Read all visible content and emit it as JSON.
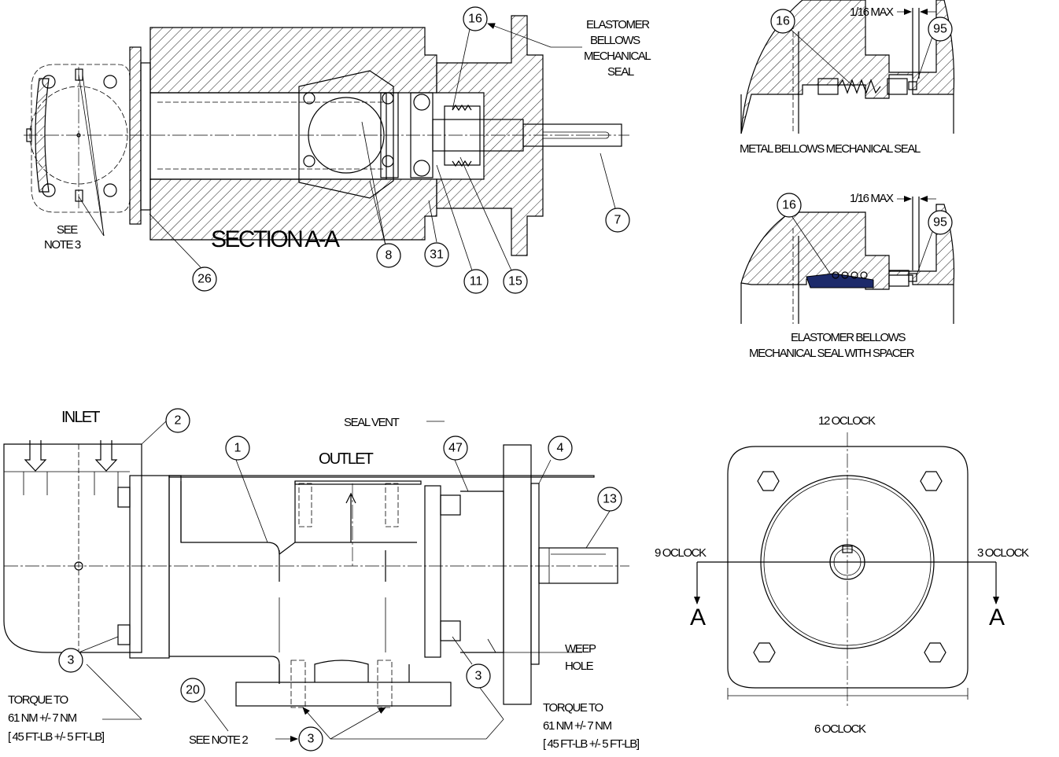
{
  "views": {
    "section_title": "SECTION A-A",
    "metal_seal_title": "METAL BELLOWS MECHANICAL SEAL",
    "elastomer_spacer_title_1": "ELASTOMER BELLOWS",
    "elastomer_spacer_title_2": "MECHANICAL SEAL WITH SPACER"
  },
  "callouts": {
    "elastomer_seal_1": "ELASTOMER",
    "elastomer_seal_2": "BELLOWS",
    "elastomer_seal_3": "MECHANICAL",
    "elastomer_seal_4": "SEAL",
    "see_note_3_1": "SEE",
    "see_note_3_2": "NOTE 3",
    "max_gap_1": "1/16 MAX",
    "max_gap_2": "1/16 MAX",
    "inlet": "INLET",
    "outlet": "OUTLET",
    "seal_vent": "SEAL VENT",
    "weep_1": "WEEP",
    "weep_2": "HOLE",
    "torque_left_1": "TORQUE TO",
    "torque_left_2": "61 NM +/- 7 NM",
    "torque_left_3": "[ 45 FT-LB +/- 5 FT-LB]",
    "torque_right_1": "TORQUE TO",
    "torque_right_2": "61 NM +/- 7 NM",
    "torque_right_3": "[ 45 FT-LB +/- 5 FT-LB]",
    "see_note_2": "SEE NOTE 2",
    "clock_12": "12 OCLOCK",
    "clock_9": "9 OCLOCK",
    "clock_3": "3 OCLOCK",
    "clock_6": "6 OCLOCK",
    "section_mark_left": "A",
    "section_mark_right": "A"
  },
  "balloons": {
    "b16_section": "16",
    "b7": "7",
    "b8": "8",
    "b31": "31",
    "b11": "11",
    "b15": "15",
    "b26": "26",
    "b16_metal": "16",
    "b95_metal": "95",
    "b16_elast": "16",
    "b95_elast": "95",
    "b2": "2",
    "b1": "1",
    "b47": "47",
    "b4": "4",
    "b13": "13",
    "b3_left": "3",
    "b3_right": "3",
    "b3_bottom": "3",
    "b20": "20"
  }
}
